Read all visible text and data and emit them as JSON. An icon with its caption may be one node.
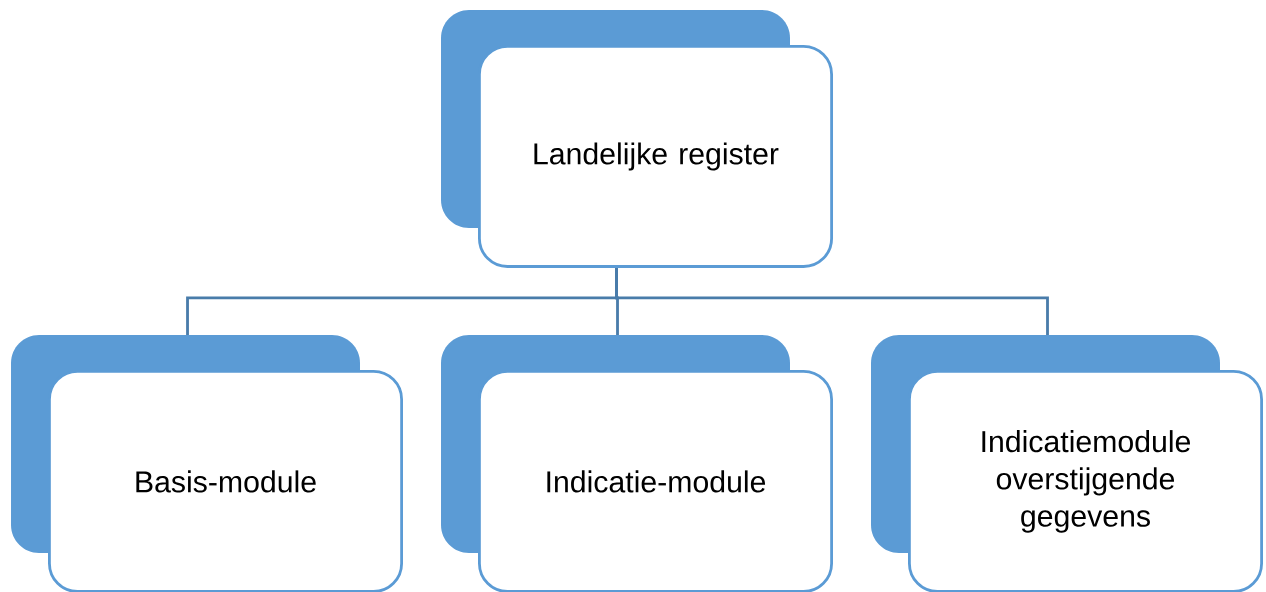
{
  "diagram": {
    "nodes": [
      {
        "text": [
          "Landelijke register"
        ]
      },
      {
        "text": [
          "Basis-module"
        ]
      },
      {
        "text": [
          "Indicatie-module"
        ]
      },
      {
        "text": [
          "Indicatiemodule overstijgende gegevens"
        ]
      }
    ],
    "edges": [
      {
        "from": 0,
        "to": 1,
        "arrow": "none"
      },
      {
        "from": 0,
        "to": 2,
        "arrow": "none"
      },
      {
        "from": 0,
        "to": 3,
        "arrow": "none"
      }
    ]
  }
}
